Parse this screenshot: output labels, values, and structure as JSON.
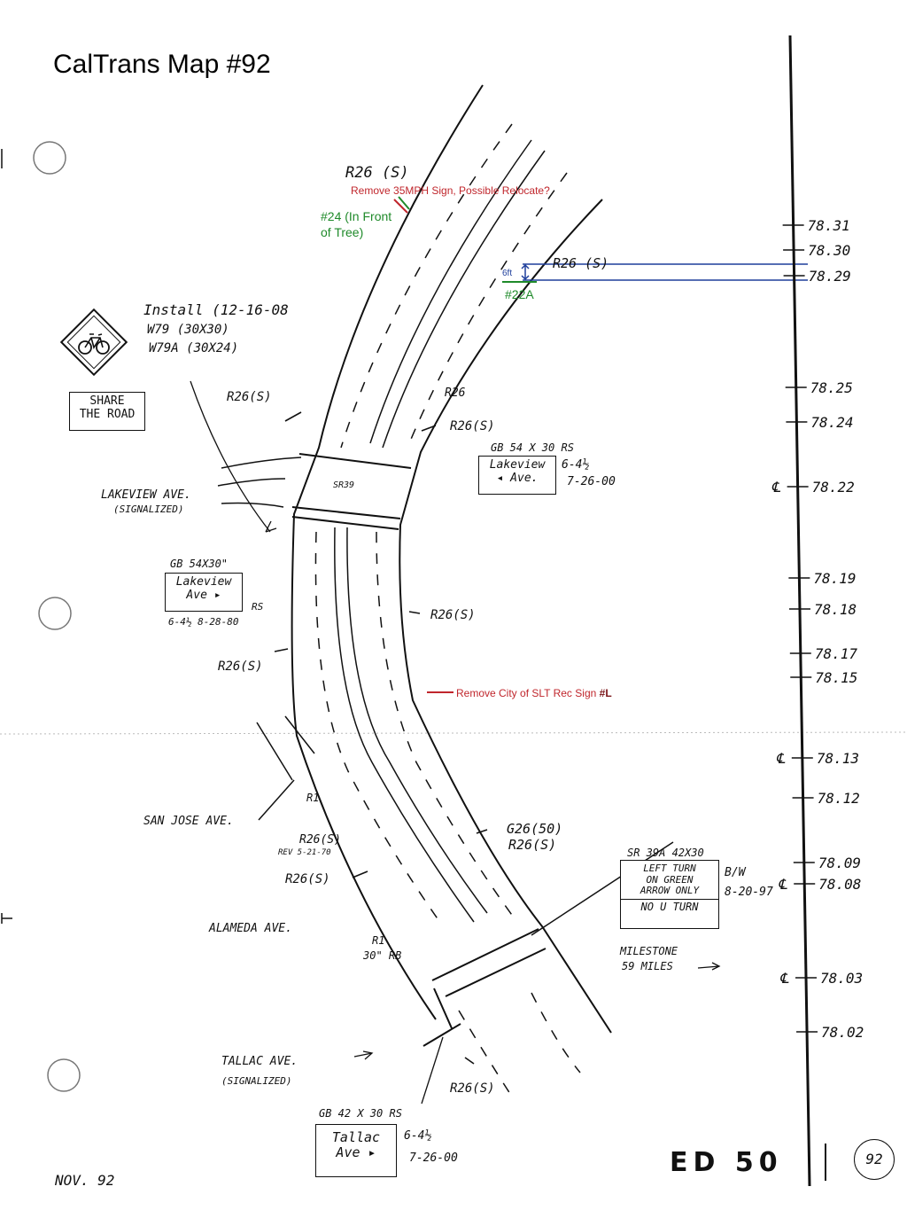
{
  "page": {
    "title": "CalTrans Map #92",
    "sheet_code": "ED 50",
    "page_number": "92",
    "date": "NOV. 92"
  },
  "annotations": {
    "remove_35mph": "Remove 35MPH Sign, Possible Relocate?",
    "sign_24_line1": "#24 (In Front",
    "sign_24_line2": "of Tree)",
    "sign_22a": "#22A",
    "offset_6ft": "6ft",
    "remove_slt": "Remove City of SLT Rec Sign",
    "remove_slt_id": "#L"
  },
  "colors": {
    "red": "#c0262c",
    "green": "#1f8a2a",
    "blue": "#1f3f9c"
  },
  "labels": {
    "r26s_top": "R26 (S)",
    "r26s_blue": "R26 (S)",
    "install_line1": "Install (12-16-08",
    "install_line2": "W79 (30X30)",
    "install_line3": "W79A (30X24)",
    "r26s_left_upper": "R26(S)",
    "r26_right": "R26",
    "r26s_right": "R26(S)",
    "sr39": "SR39",
    "lakeview_ave": "LAKEVIEW AVE.",
    "signalized_1": "(SIGNALIZED)",
    "gb_54x30_left": "GB 54X30\"",
    "rs_left": "RS",
    "lakeview_left_date": "6-4½ 8-28-80",
    "r26s_right_mid": "R26(S)",
    "r26s_left_mid": "R26(S)",
    "san_jose_ave": "SAN JOSE AVE.",
    "r1": "R1",
    "r26s_rev": "R26(S)",
    "rev_date": "REV 5-21-70",
    "r26s_left_lower": "R26(S)",
    "g26_50": "G26(50)",
    "r26s_g26": "R26(S)",
    "alameda_ave": "ALAMEDA AVE.",
    "r1_30_rb_line1": "R1",
    "r1_30_rb_line2": "30\" RB",
    "milestone_line1": "MILESTONE",
    "milestone_line2": "59 MILES",
    "tallac_ave": "TALLAC AVE.",
    "signalized_2": "(SIGNALIZED)",
    "r26s_bottom": "R26(S)",
    "gb_42x30": "GB 42 X 30 RS",
    "tallac_date_1": "6-4½",
    "tallac_date_2": "7-26-00",
    "gb_54x30_right": "GB 54 X 30 RS",
    "lakeview_right_date_1": "6-4½",
    "lakeview_right_date_2": "7-26-00",
    "sr39a": "SR 39A 42X30",
    "bw": "B/W",
    "sr39a_date": "8-20-97"
  },
  "signs": {
    "share_road_line1": "SHARE",
    "share_road_line2": "THE ROAD",
    "lakeview_right_line1": "Lakeview",
    "lakeview_right_line2": "◂ Ave.",
    "lakeview_left_line1": "Lakeview",
    "lakeview_left_line2": "Ave ▸",
    "left_turn_line1": "LEFT TURN",
    "left_turn_line2": "ON GREEN",
    "left_turn_line3": "ARROW ONLY",
    "no_u_turn": "NO U TURN",
    "tallac_line1": "Tallac",
    "tallac_line2": "Ave ▸"
  },
  "stations": [
    {
      "label": "78.31",
      "cl": false
    },
    {
      "label": "78.30",
      "cl": false
    },
    {
      "label": "78.29",
      "cl": false
    },
    {
      "label": "78.25",
      "cl": false
    },
    {
      "label": "78.24",
      "cl": false
    },
    {
      "label": "78.22",
      "cl": true
    },
    {
      "label": "78.19",
      "cl": false
    },
    {
      "label": "78.18",
      "cl": false
    },
    {
      "label": "78.17",
      "cl": false
    },
    {
      "label": "78.15",
      "cl": false
    },
    {
      "label": "78.13",
      "cl": true
    },
    {
      "label": "78.12",
      "cl": false
    },
    {
      "label": "78.09",
      "cl": false
    },
    {
      "label": "78.08",
      "cl": true
    },
    {
      "label": "78.03",
      "cl": true
    },
    {
      "label": "78.02",
      "cl": false
    }
  ],
  "centerline_symbol": "℄"
}
